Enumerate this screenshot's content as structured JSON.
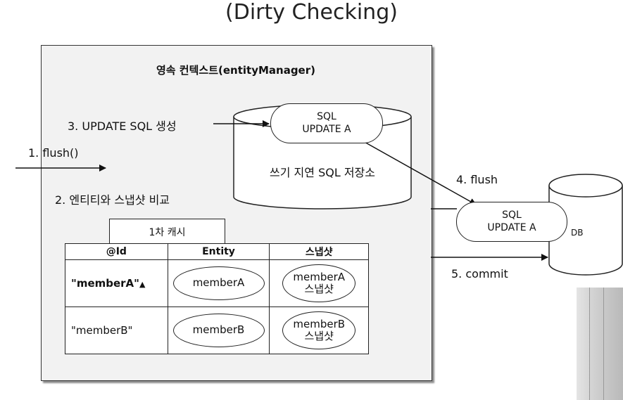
{
  "title": "(Dirty Checking)",
  "context": {
    "title": "영속 컨텍스트(entityManager)"
  },
  "labels": {
    "step1": "1. flush()",
    "step2": "2. 엔티티와 스냅샷 비교",
    "step3": "3. UPDATE SQL 생성",
    "step4": "4. flush",
    "step5": "5. commit"
  },
  "write_store": {
    "label": "쓰기 지연 SQL 저장소",
    "sql_title": "SQL",
    "sql_body": "UPDATE A"
  },
  "db": {
    "label": "DB",
    "sql_title": "SQL",
    "sql_body": "UPDATE A"
  },
  "cache": {
    "title": "1차 캐시",
    "headers": [
      "@Id",
      "Entity",
      "스냅샷"
    ],
    "rows": [
      {
        "id": "\"memberA\"",
        "entity": "memberA",
        "snapshot_line1": "memberA",
        "snapshot_line2": "스냅샷"
      },
      {
        "id": "\"memberB\"",
        "entity": "memberB",
        "snapshot_line1": "memberB",
        "snapshot_line2": "스냅샷"
      }
    ]
  }
}
